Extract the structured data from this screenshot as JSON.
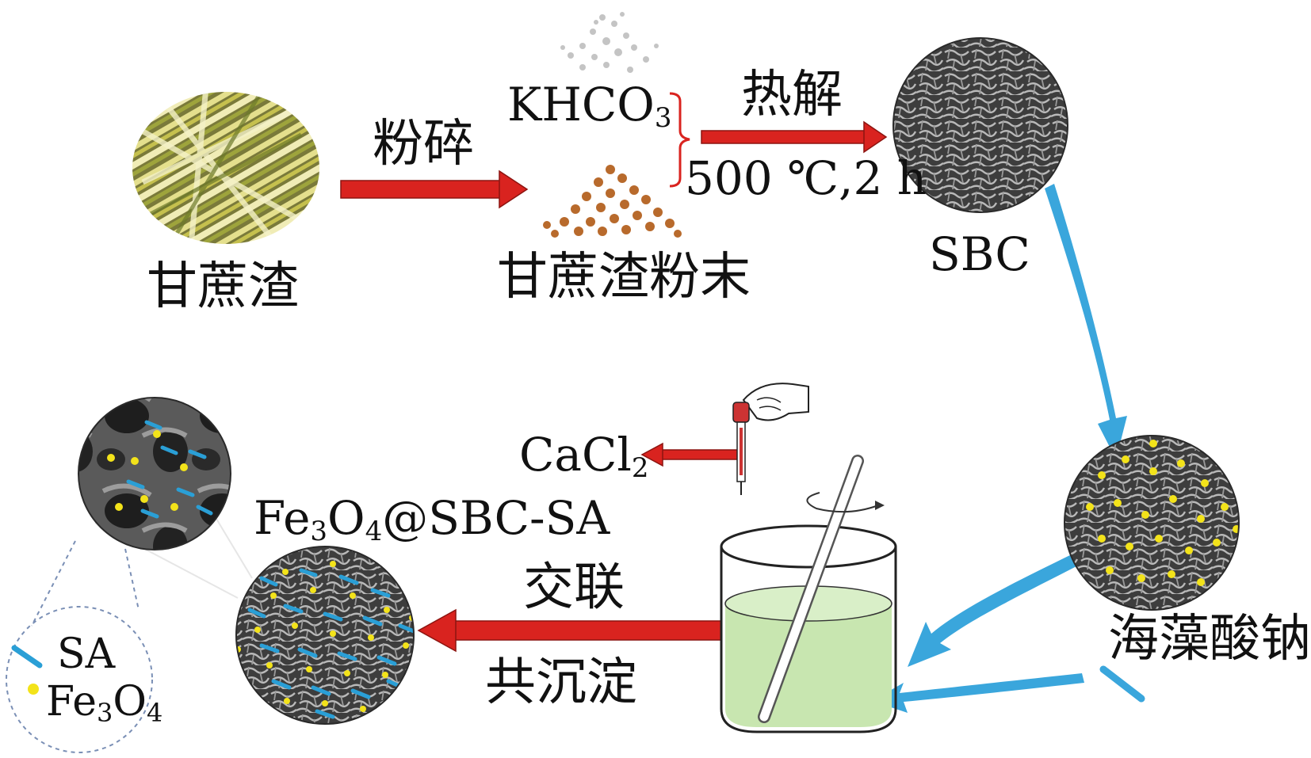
{
  "labels": {
    "bagasse": "甘蔗渣",
    "grind": "粉碎",
    "khco3_main": "KHCO",
    "khco3_sub": "3",
    "pyrolysis": "热解",
    "conditions": "500 ℃,2 h",
    "powder": "甘蔗渣粉末",
    "sbc": "SBC",
    "alginate": "海藻酸钠",
    "cacl2_main": "CaCl",
    "cacl2_sub": "2",
    "product_fe": "Fe",
    "product_sub1": "3",
    "product_o": "O",
    "product_sub2": "4",
    "product_rest": "@SBC-SA",
    "crosslink": "交联",
    "coprecip": "共沉淀",
    "legend_sa": "SA",
    "legend_fe": "Fe",
    "legend_fe_sub1": "3",
    "legend_o": "O",
    "legend_fe_sub2": "4"
  },
  "colors": {
    "red_arrow": "#d9231f",
    "blue_arrow": "#3aa6dc",
    "fe3o4_dot": "#f3e31a",
    "sa_dash": "#2a9fd6",
    "beaker_liquid": "#c8e6b0",
    "biochar": "#555555",
    "bagasse_yellow": "#c9c25a",
    "powder_brown": "#b86a2c"
  },
  "icons": [
    "bagasse-photo",
    "khco3-particles",
    "bagasse-powder-particles",
    "sbc-sem-image",
    "sbc-loaded-sem-image",
    "product-sem-image",
    "zoom-sem-image",
    "beaker-icon",
    "stir-rod-icon",
    "dropper-hand-icon"
  ]
}
